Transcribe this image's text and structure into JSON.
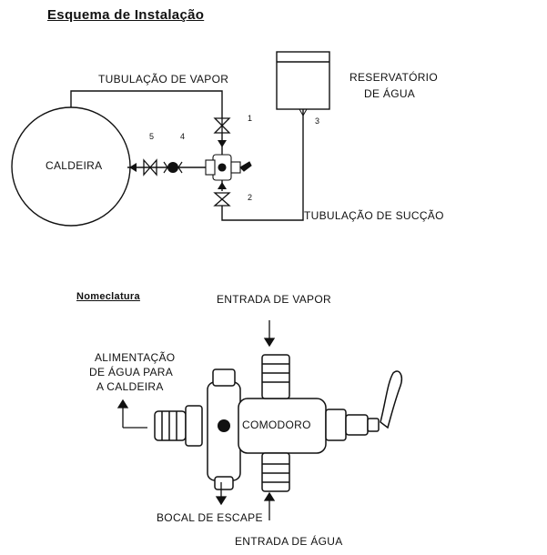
{
  "title": "Esquema de Instalação",
  "diagram": {
    "steam_pipe_label": "TUBULAÇÃO DE VAPOR",
    "reservoir_label_1": "RESERVATÓRIO",
    "reservoir_label_2": "DE ÁGUA",
    "boiler_label": "CALDEIRA",
    "suction_pipe_label": "TUBULAÇÃO DE SUCÇÃO",
    "numbers": {
      "n1": "1",
      "n2": "2",
      "n3": "3",
      "n4": "4",
      "n5": "5"
    }
  },
  "nomenclature": {
    "heading": "Nomeclatura",
    "steam_inlet": "ENTRADA DE VAPOR",
    "feed_label_1": "ALIMENTAÇÃO",
    "feed_label_2": "DE ÁGUA PARA",
    "feed_label_3": "A CALDEIRA",
    "device_name": "COMODORO",
    "exhaust_nozzle": "BOCAL DE ESCAPE",
    "water_inlet": "ENTRADA DE ÁGUA"
  }
}
